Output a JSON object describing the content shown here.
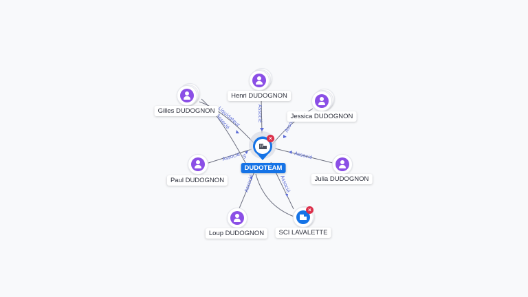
{
  "center": {
    "label": "DUDOTEAM",
    "icon": "company-building-icon",
    "status_icon": "closed-x-icon"
  },
  "nodes": [
    {
      "id": "henri",
      "label": "Henri DUDOGNON",
      "type": "person"
    },
    {
      "id": "jessica",
      "label": "Jessica DUDOGNON",
      "type": "person"
    },
    {
      "id": "gilles",
      "label": "Gilles DUDOGNON",
      "type": "person"
    },
    {
      "id": "paul",
      "label": "Paul DUDOGNON",
      "type": "person"
    },
    {
      "id": "julia",
      "label": "Julia DUDOGNON",
      "type": "person"
    },
    {
      "id": "loup",
      "label": "Loup DUDOGNON",
      "type": "person"
    },
    {
      "id": "sci",
      "label": "SCI LAVALETTE",
      "type": "company",
      "status_icon": "closed-x-icon"
    }
  ],
  "edge_labels": {
    "henri": "Associé",
    "jessica": "Associé",
    "gilles_1": "Liquidateur",
    "gilles_2": "Associé",
    "paul": "Associé",
    "julia": "Associé",
    "loup": "Associé",
    "sci": "Associé",
    "in": "In"
  },
  "colors": {
    "background": "#f8f9fb",
    "accent": "#1573e6",
    "person": "#8b4fe6",
    "closed_badge": "#dc2f4a",
    "edge_label": "#5b6bd6"
  }
}
